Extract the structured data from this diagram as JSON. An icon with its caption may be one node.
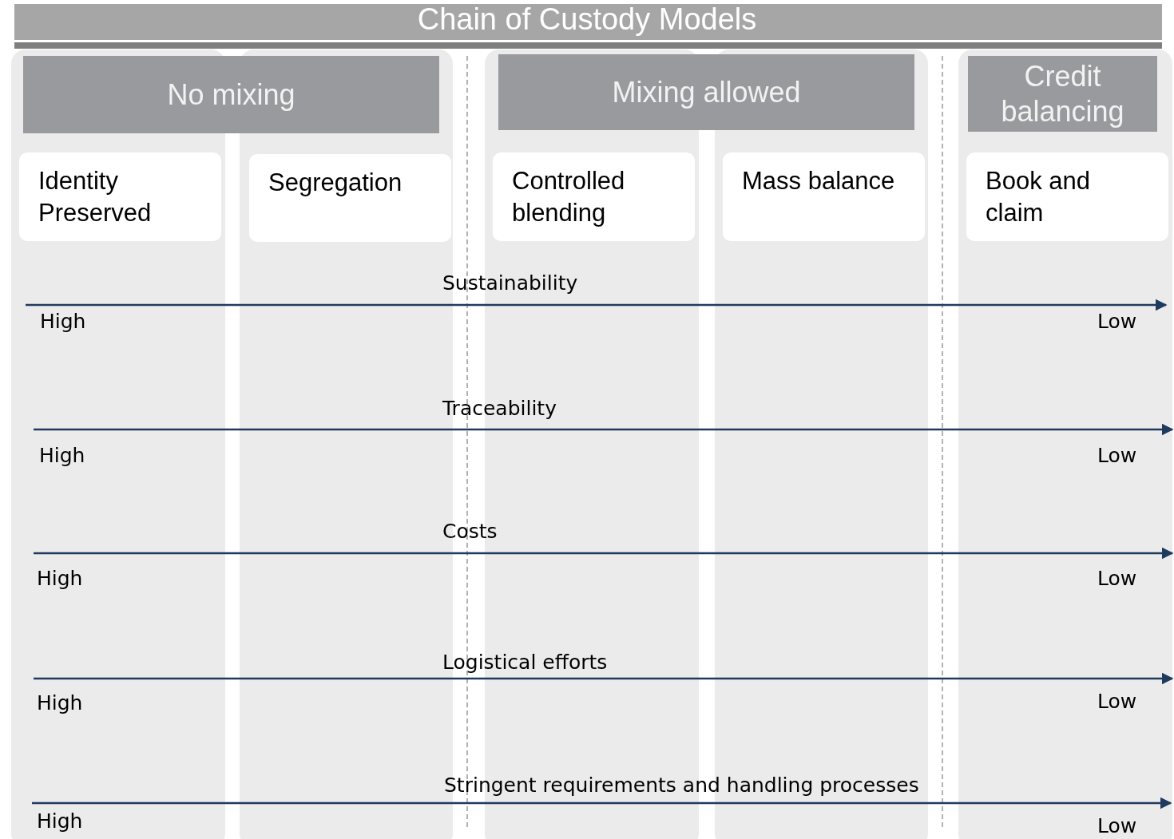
{
  "diagram": {
    "title": "Chain of Custody Models",
    "nodes": [
      {
        "text": [
          "No mixing"
        ]
      },
      {
        "text": [
          "Mixing allowed"
        ]
      },
      {
        "text": [
          "Credit balancing"
        ]
      },
      {
        "text": [
          "Identity Preserved"
        ]
      },
      {
        "text": [
          "Segregation"
        ]
      },
      {
        "text": [
          "Controlled blending"
        ]
      },
      {
        "text": [
          "Mass balance"
        ]
      },
      {
        "text": [
          "Book and claim"
        ]
      }
    ],
    "labels": [
      "Sustainability",
      "High",
      "Low",
      "Traceability",
      "High",
      "Low",
      "Costs",
      "High",
      "Low",
      "Logistical efforts",
      "High",
      "Low",
      "Stringent requirements and handling processes",
      "High",
      "Low"
    ]
  }
}
